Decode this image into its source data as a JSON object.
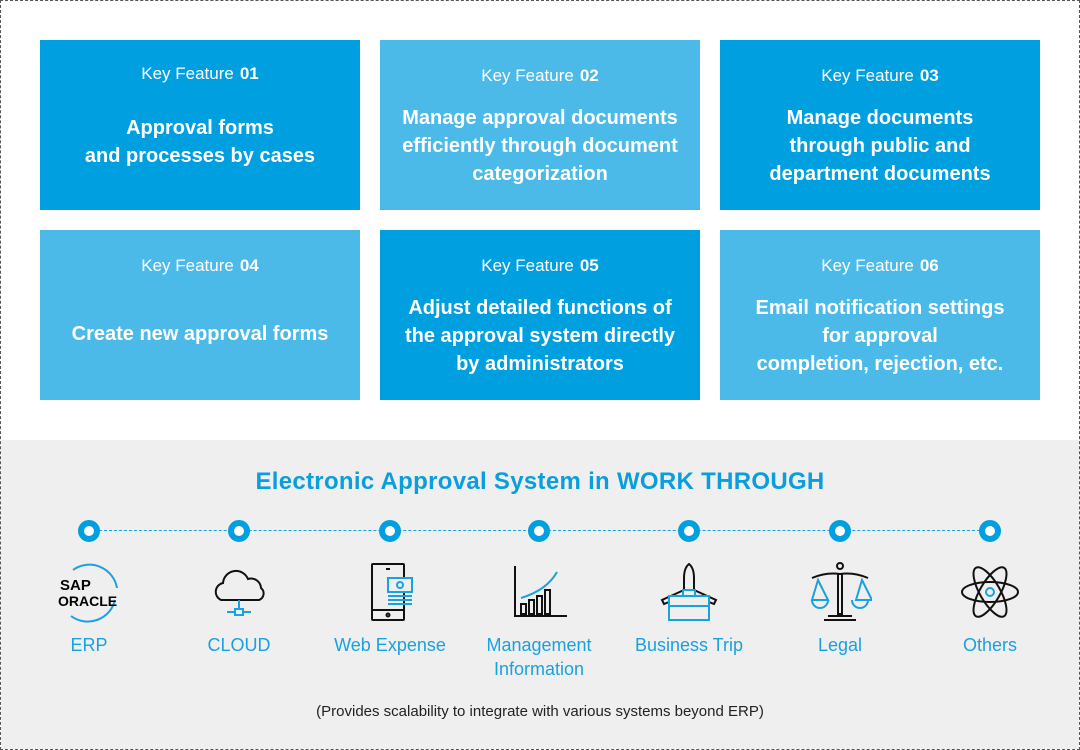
{
  "features": [
    {
      "label": "Key Feature",
      "num": "01",
      "title": [
        "Approval forms",
        "and processes by cases"
      ]
    },
    {
      "label": "Key Feature",
      "num": "02",
      "title": [
        "Manage approval documents",
        "efficiently through document",
        "categorization"
      ]
    },
    {
      "label": "Key Feature",
      "num": "03",
      "title": [
        "Manage documents",
        "through public and",
        "department documents"
      ]
    },
    {
      "label": "Key Feature",
      "num": "04",
      "title": [
        "Create new approval forms"
      ]
    },
    {
      "label": "Key Feature",
      "num": "05",
      "title": [
        "Adjust detailed functions of",
        "the approval system directly",
        "by administrators"
      ]
    },
    {
      "label": "Key Feature",
      "num": "06",
      "title": [
        "Email notification settings",
        "for approval",
        "completion, rejection, etc."
      ]
    }
  ],
  "system": {
    "title": "Electronic Approval System in WORK THROUGH",
    "items": [
      {
        "label": "ERP",
        "icon": "sap-oracle-logo",
        "logo_text": [
          "SAP",
          "ORACLE"
        ]
      },
      {
        "label": "CLOUD",
        "icon": "cloud-icon"
      },
      {
        "label": "Web Expense",
        "icon": "mobile-money-icon"
      },
      {
        "label": "Management Information",
        "icon": "chart-growth-icon"
      },
      {
        "label": "Business Trip",
        "icon": "plane-briefcase-icon"
      },
      {
        "label": "Legal",
        "icon": "scales-icon"
      },
      {
        "label": "Others",
        "icon": "atom-icon"
      }
    ],
    "footnote": "(Provides scalability to integrate with various systems beyond ERP)"
  },
  "colors": {
    "dark": "#009fdf",
    "light": "#4bbae8",
    "bg": "#efefef"
  }
}
